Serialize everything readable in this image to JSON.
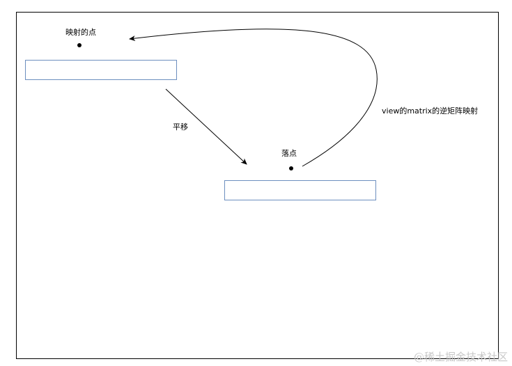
{
  "diagram": {
    "labels": {
      "mapped_point": "映射的点",
      "translate": "平移",
      "landing_point": "落点",
      "inverse_matrix": "view的matrix的逆矩阵映射"
    },
    "colors": {
      "box_border": "#6c8ebf",
      "line": "#000000",
      "frame": "#000000"
    }
  },
  "watermark": "@稀土掘金技术社区"
}
